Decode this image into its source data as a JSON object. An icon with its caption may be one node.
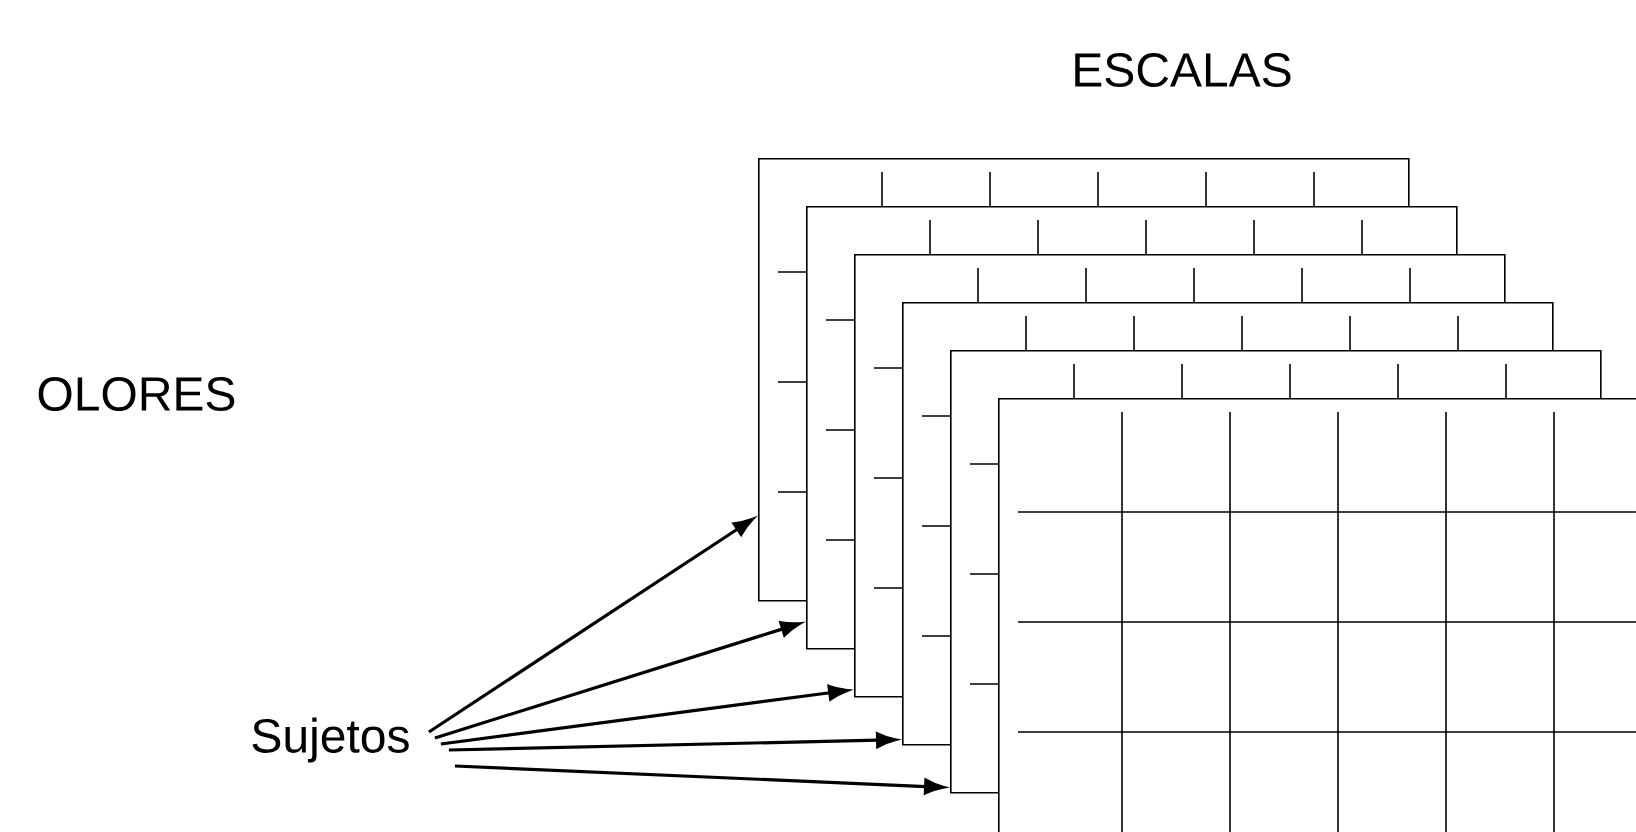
{
  "diagram": {
    "nodes": [
      {
        "text": [
          "Sujetos"
        ]
      },
      {
        "text": [],
        "shape": "box"
      },
      {
        "text": [],
        "shape": "box"
      },
      {
        "text": [],
        "shape": "box"
      },
      {
        "text": [],
        "shape": "box"
      },
      {
        "text": [],
        "shape": "box"
      },
      {
        "text": [],
        "shape": "box"
      }
    ],
    "edges": [
      {
        "from": 0,
        "to": 1,
        "arrow": "to"
      },
      {
        "from": 0,
        "to": 2,
        "arrow": "to"
      },
      {
        "from": 0,
        "to": 3,
        "arrow": "to"
      },
      {
        "from": 0,
        "to": 4,
        "arrow": "to"
      },
      {
        "from": 0,
        "to": 5,
        "arrow": "to"
      }
    ],
    "labels": [
      "ESCALAS",
      "OLORES"
    ]
  }
}
